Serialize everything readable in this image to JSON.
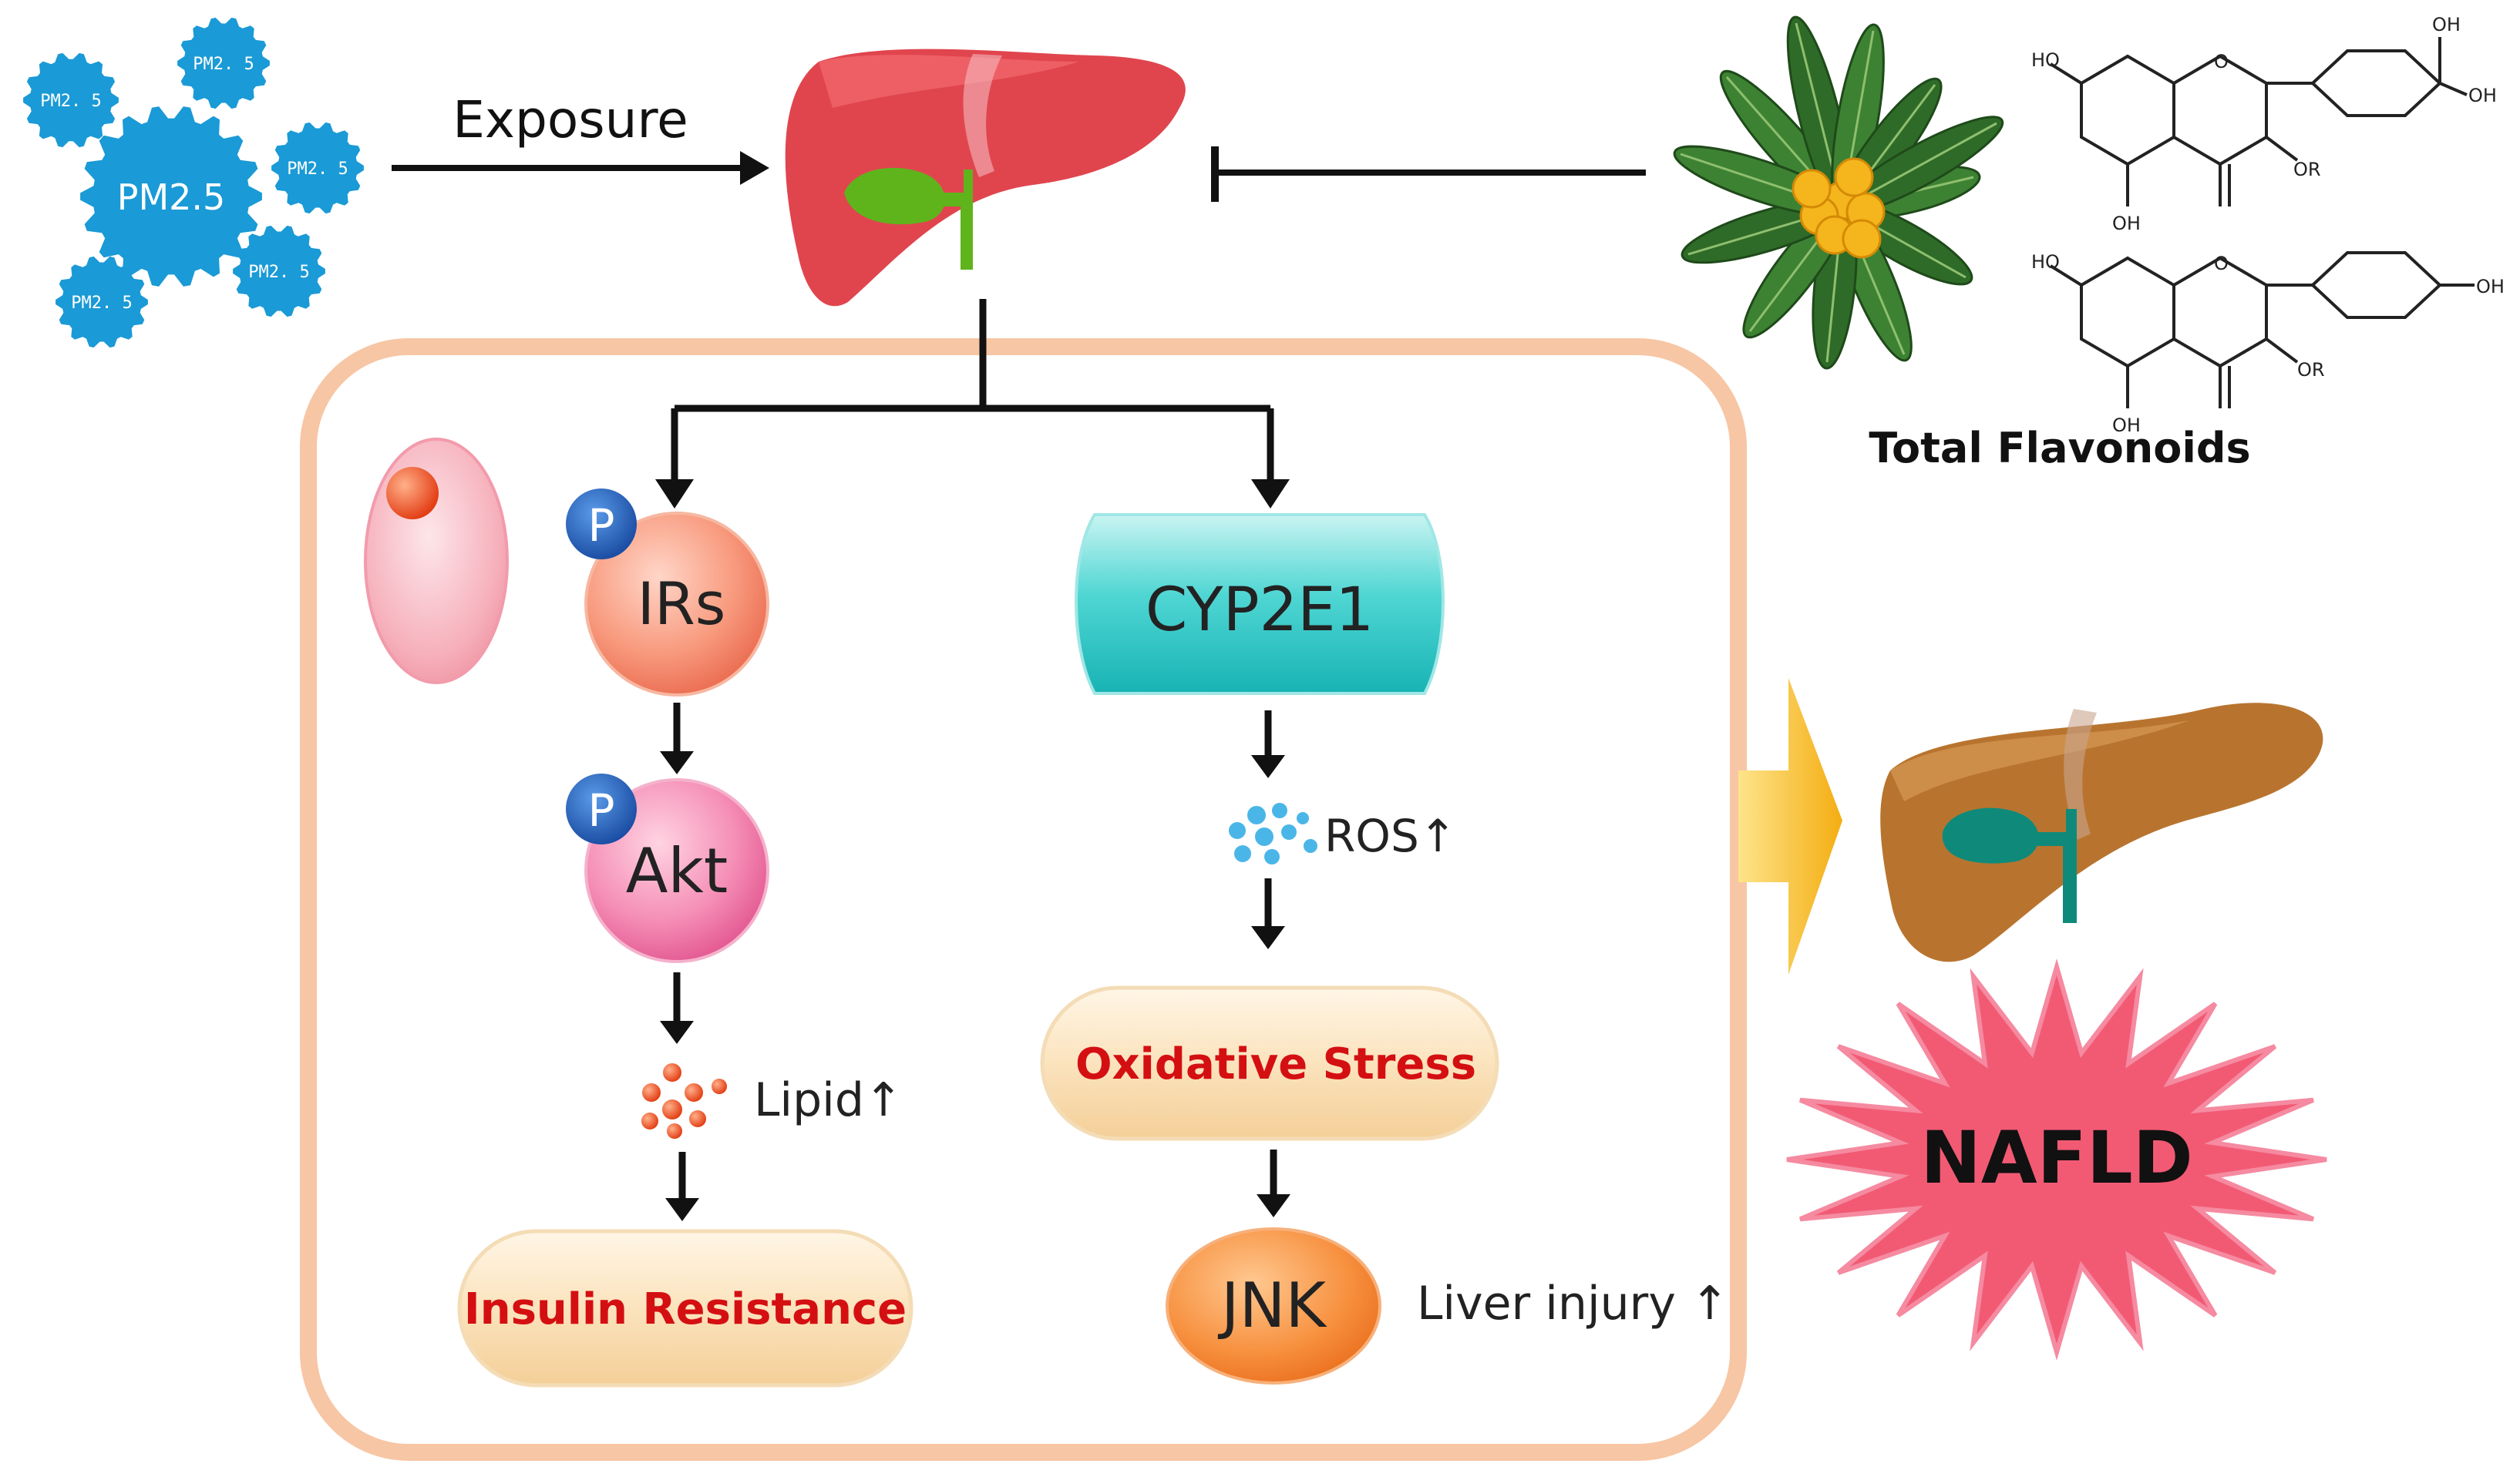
{
  "pm25": {
    "main_label": "PM2.5",
    "small_label": "PM2. 5"
  },
  "exposure_label": "Exposure",
  "flavonoids": {
    "title": "Total Flavonoids",
    "chem_labels": {
      "ho": "HO",
      "oh": "OH",
      "or": "OR",
      "o": "O"
    }
  },
  "pathway_left": {
    "p_badge": "P",
    "irs": "IRs",
    "akt": "Akt",
    "lipid": "Lipid↑",
    "outcome": "Insulin Resistance"
  },
  "pathway_right": {
    "cyp": "CYP2E1",
    "ros": "ROS↑",
    "stress": "Oxidative Stress",
    "jnk": "JNK",
    "injury": "Liver injury ↑"
  },
  "result": {
    "disease": "NAFLD"
  },
  "colors": {
    "pm_blue": "#1a9ad6",
    "arrow": "#111111",
    "cell_border": "#f7c6a4",
    "liver_healthy": "#e0454e",
    "liver_disease": "#b8742f",
    "gall_green": "#5fb41c",
    "gall_teal": "#0f8a7a",
    "cyp_teal": "#27c4c4",
    "red_text": "#d40f12",
    "nafld_pink": "#f25a74",
    "yellow_arrow": "#f6b81c",
    "p_badge_blue": "#1e5fb3"
  }
}
